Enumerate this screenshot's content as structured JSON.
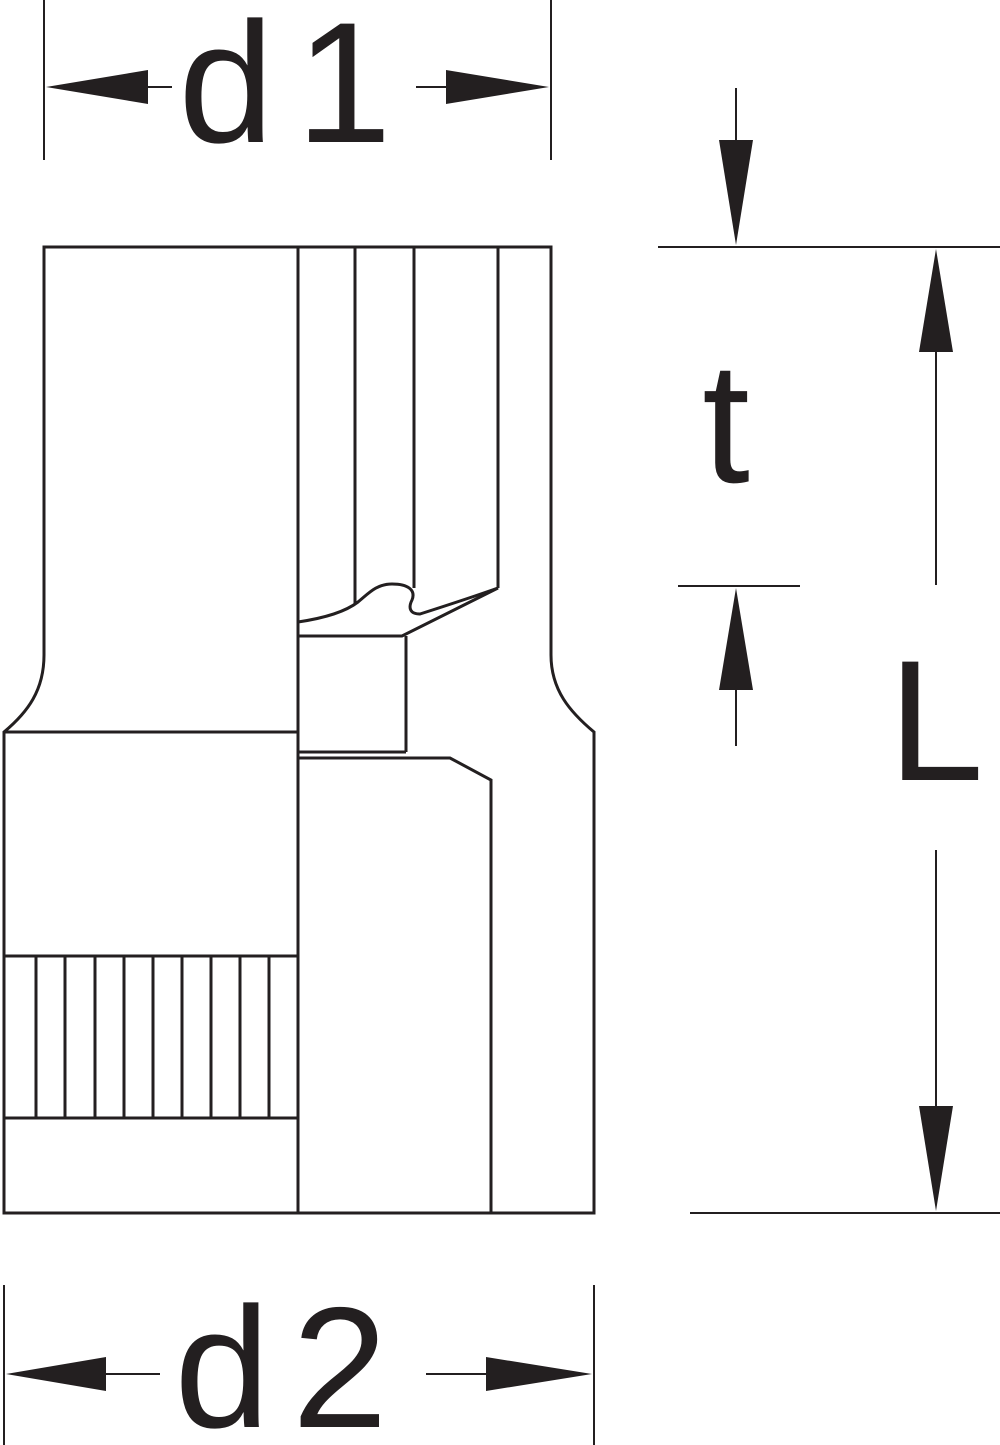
{
  "dimension_labels": {
    "d1": "d1",
    "d2": "d2",
    "t": "t",
    "L": "L"
  },
  "colors": {
    "line": "#231f20",
    "background": "#ffffff"
  }
}
